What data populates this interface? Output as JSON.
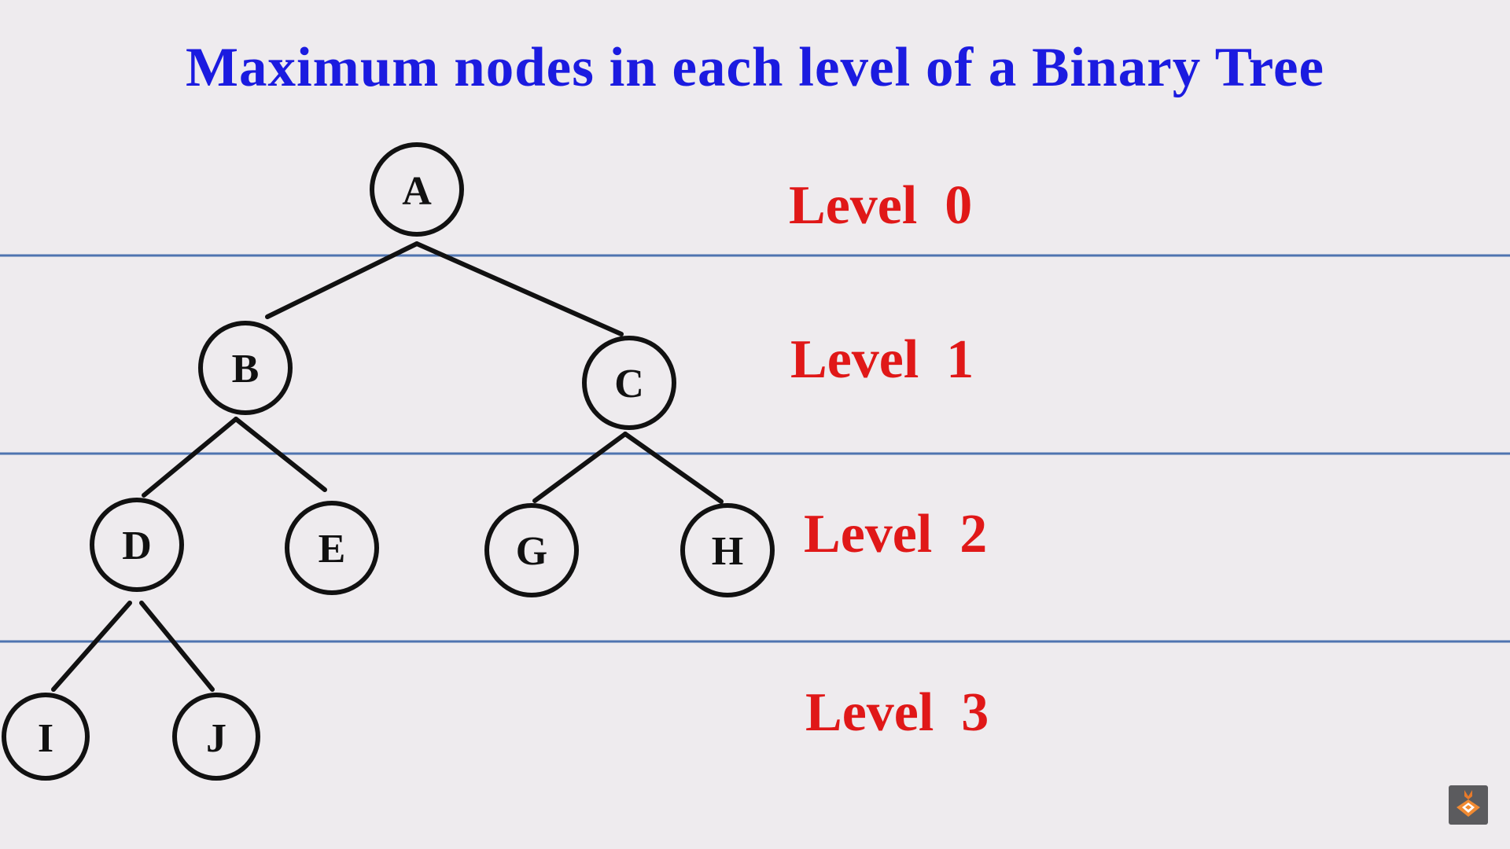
{
  "title": "Maximum nodes in each level of a Binary Tree",
  "levels": [
    {
      "label": "Level  0"
    },
    {
      "label": "Level  1"
    },
    {
      "label": "Level  2"
    },
    {
      "label": "Level  3"
    }
  ],
  "tree": {
    "nodes": [
      {
        "id": "A",
        "label": "A"
      },
      {
        "id": "B",
        "label": "B"
      },
      {
        "id": "C",
        "label": "C"
      },
      {
        "id": "D",
        "label": "D"
      },
      {
        "id": "E",
        "label": "E"
      },
      {
        "id": "G",
        "label": "G"
      },
      {
        "id": "H",
        "label": "H"
      },
      {
        "id": "I",
        "label": "I"
      },
      {
        "id": "J",
        "label": "J"
      }
    ],
    "edges": [
      [
        "A",
        "B"
      ],
      [
        "A",
        "C"
      ],
      [
        "B",
        "D"
      ],
      [
        "B",
        "E"
      ],
      [
        "C",
        "G"
      ],
      [
        "C",
        "H"
      ],
      [
        "D",
        "I"
      ],
      [
        "D",
        "J"
      ]
    ]
  },
  "colors": {
    "title": "#1b1be0",
    "level_label": "#e01818",
    "divider": "#4f74b0",
    "node_stroke": "#111111"
  },
  "logo": {
    "icon": "tutorial-channel-logo-icon"
  }
}
